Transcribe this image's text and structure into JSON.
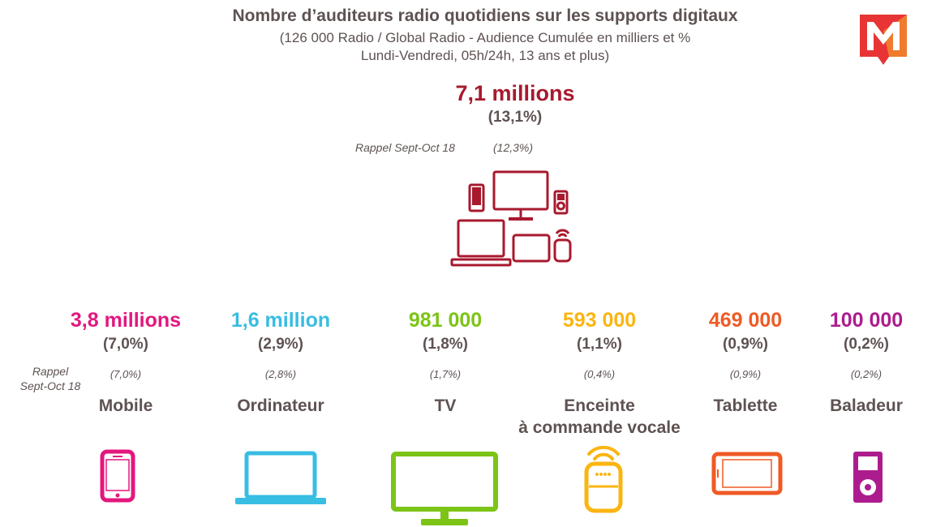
{
  "header": {
    "title": "Nombre d’auditeurs radio quotidiens sur les supports digitaux",
    "subtitle_line1": "(126 000 Radio / Global Radio - Audience Cumulée en milliers et %",
    "subtitle_line2": "Lundi-Vendredi, 05h/24h, 13 ans et plus)"
  },
  "total": {
    "value": "7,1 millions",
    "percent": "(13,1%)",
    "rappel_label": "Rappel Sept-Oct 18",
    "rappel_value": "(12,3%)"
  },
  "rappel_left": {
    "line1": "Rappel",
    "line2": "Sept-Oct 18"
  },
  "colors": {
    "mobile": "#e3177e",
    "ordinateur": "#38bde3",
    "tv": "#7cc416",
    "enceinte": "#fbb511",
    "tablette": "#ef5a25",
    "baladeur": "#ad1c8e",
    "total": "#a8192e",
    "text": "#5e5252"
  },
  "chart_data": {
    "type": "table",
    "title": "Nombre d’auditeurs radio quotidiens sur les supports digitaux",
    "rows": [
      {
        "name": "Mobile",
        "name2": "",
        "value": "3,8 millions",
        "percent": "(7,0%)",
        "rappel": "(7,0%)",
        "icon": "smartphone-icon"
      },
      {
        "name": "Ordinateur",
        "name2": "",
        "value": "1,6 million",
        "percent": "(2,9%)",
        "rappel": "(2,8%)",
        "icon": "laptop-icon"
      },
      {
        "name": "TV",
        "name2": "",
        "value": "981 000",
        "percent": "(1,8%)",
        "rappel": "(1,7%)",
        "icon": "tv-icon"
      },
      {
        "name": "Enceinte",
        "name2": "à commande vocale",
        "value": "593 000",
        "percent": "(1,1%)",
        "rappel": "(0,4%)",
        "icon": "smart-speaker-icon"
      },
      {
        "name": "Tablette",
        "name2": "",
        "value": "469 000",
        "percent": "(0,9%)",
        "rappel": "(0,9%)",
        "icon": "tablet-icon"
      },
      {
        "name": "Baladeur",
        "name2": "",
        "value": "100 000",
        "percent": "(0,2%)",
        "rappel": "(0,2%)",
        "icon": "music-player-icon"
      }
    ]
  }
}
